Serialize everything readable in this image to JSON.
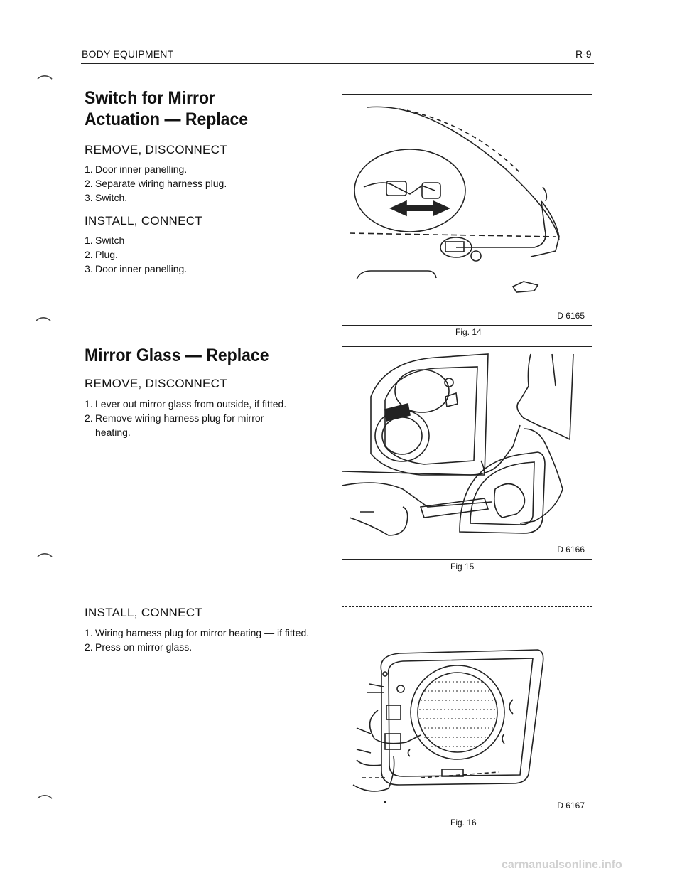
{
  "header": {
    "section": "BODY EQUIPMENT",
    "page_number": "R-9"
  },
  "sections": [
    {
      "title_line1": "Switch for Mirror",
      "title_line2": "Actuation — Replace",
      "remove_heading": "REMOVE, DISCONNECT",
      "remove_steps": [
        "Door inner panelling.",
        "Separate wiring harness plug.",
        "Switch."
      ],
      "install_heading": "INSTALL, CONNECT",
      "install_steps": [
        "Switch",
        "Plug.",
        "Door inner panelling."
      ]
    },
    {
      "title": "Mirror Glass — Replace",
      "remove_heading": "REMOVE, DISCONNECT",
      "remove_steps": [
        "Lever out mirror glass from outside, if fitted.",
        "Remove wiring harness plug for mirror heating."
      ],
      "install_heading": "INSTALL, CONNECT",
      "install_steps": [
        "Wiring harness plug for mirror heating — if fitted.",
        "Press on mirror glass."
      ]
    }
  ],
  "figures": [
    {
      "code": "D 6165",
      "caption": "Fig. 14",
      "icon": "door-switch-diagram"
    },
    {
      "code": "D 6166",
      "caption": "Fig 15",
      "icon": "mirror-glass-removal-diagram"
    },
    {
      "code": "D 6167",
      "caption": "Fig. 16",
      "icon": "mirror-glass-back-diagram"
    }
  ],
  "numbers": [
    "1.",
    "2.",
    "3."
  ],
  "watermark": "carmanualsonline.info"
}
